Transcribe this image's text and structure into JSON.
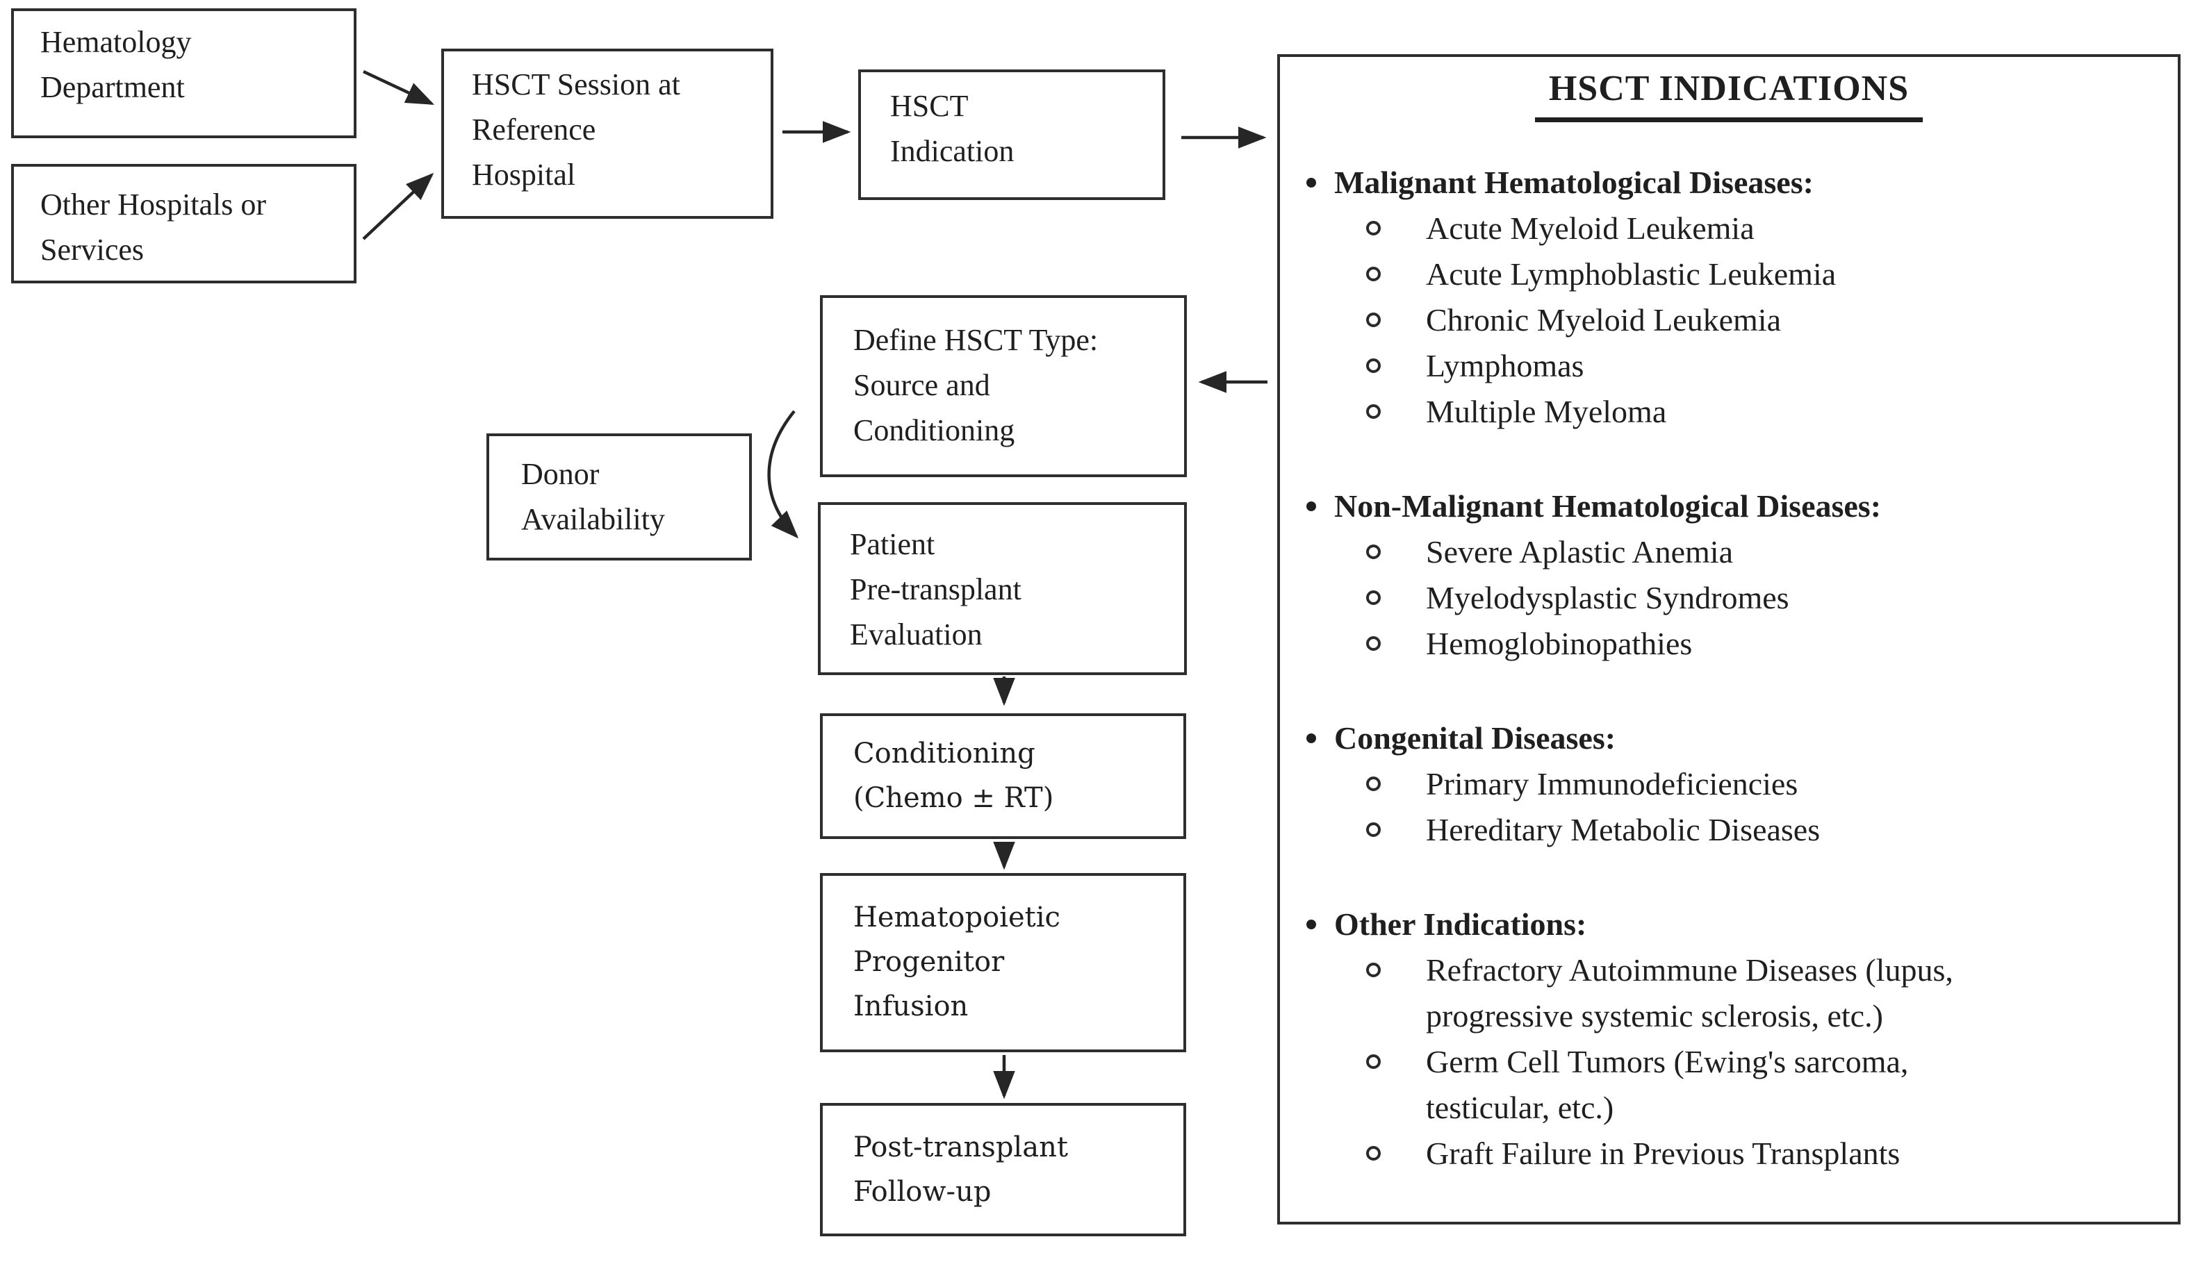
{
  "flow": {
    "hematology": {
      "lines": [
        "Hematology",
        "Department"
      ]
    },
    "other_hospitals": {
      "lines": [
        "Other Hospitals or",
        "Services"
      ]
    },
    "session": {
      "lines": [
        "HSCT Session at",
        "Reference",
        "Hospital"
      ]
    },
    "indication": {
      "lines": [
        "HSCT",
        "Indication"
      ]
    },
    "define": {
      "lines": [
        "Define HSCT Type:",
        "Source and",
        "Conditioning"
      ]
    },
    "donor": {
      "lines": [
        "Donor",
        "Availability"
      ]
    },
    "patient": {
      "lines": [
        "Patient",
        "Pre-transplant",
        "Evaluation"
      ]
    },
    "conditioning": {
      "lines": [
        "Conditioning",
        "(Chemo ± RT)"
      ]
    },
    "infusion": {
      "lines": [
        "Hematopoietic",
        "Progenitor",
        "Infusion"
      ]
    },
    "followup": {
      "lines": [
        "Post-transplant",
        "Follow-up"
      ]
    }
  },
  "panel": {
    "title": "HSCT INDICATIONS",
    "sections": [
      {
        "header": "Malignant Hematological Diseases:",
        "items": [
          {
            "lines": [
              "Acute Myeloid Leukemia"
            ]
          },
          {
            "lines": [
              "Acute Lymphoblastic Leukemia"
            ]
          },
          {
            "lines": [
              "Chronic Myeloid Leukemia"
            ]
          },
          {
            "lines": [
              "Lymphomas"
            ]
          },
          {
            "lines": [
              "Multiple Myeloma"
            ]
          }
        ]
      },
      {
        "header": "Non-Malignant Hematological Diseases:",
        "items": [
          {
            "lines": [
              "Severe Aplastic Anemia"
            ]
          },
          {
            "lines": [
              "Myelodysplastic Syndromes"
            ]
          },
          {
            "lines": [
              "Hemoglobinopathies"
            ]
          }
        ]
      },
      {
        "header": "Congenital Diseases:",
        "items": [
          {
            "lines": [
              "Primary Immunodeficiencies"
            ]
          },
          {
            "lines": [
              "Hereditary Metabolic Diseases"
            ]
          }
        ]
      },
      {
        "header": "Other Indications:",
        "items": [
          {
            "lines": [
              "Refractory Autoimmune Diseases (lupus,",
              "progressive systemic sclerosis, etc.)"
            ]
          },
          {
            "lines": [
              "Germ Cell Tumors (Ewing's sarcoma,",
              "testicular, etc.)"
            ]
          },
          {
            "lines": [
              "Graft Failure in Previous Transplants"
            ]
          }
        ]
      }
    ]
  },
  "colors": {
    "ink": "#1f1f1f",
    "border": "#2e2e2e",
    "background": "#ffffff"
  }
}
